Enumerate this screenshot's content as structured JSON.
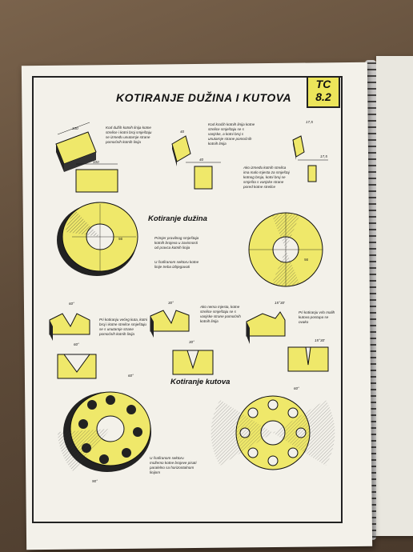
{
  "sheet": {
    "title": "KOTIRANJE DUŽINA I KUTOVA",
    "badge_line1": "TC",
    "badge_line2": "8.2"
  },
  "sections": {
    "lengths": "Kotiranje dužina",
    "angles": "Kotiranje kutova"
  },
  "notes": {
    "n1": "Kod dužih kotnih linija kotne strelice i kotni broj smještaju se između unutarnje strane pomoćnih kotnih linija",
    "n2": "Kod kraćih kotnih linija kotne strelice smještaju se s vanjske, a kotni broj s unutarnje strane pomoćnih kotnih linija",
    "n3": "Ako između kotnih strelica ima malo mjesta za smještaj kotnog broja, kotni broj se smješta s vanjske strane pored kotne strelice",
    "n4": "Primjer pravilnog smještaja kotnih brojeva u zavisnosti od pravca kotnih linija",
    "n5": "U šrafiranom sektoru kotne linije treba izbjegavati",
    "n6": "Pri kotiranju većeg kuta, kotni broj i kotne strelice smještaju se s unutarnje strane pomoćnih kotnih linija",
    "n7": "Ako nema mjesta, kotne strelice smještaju se s vanjske strane pomoćnih kotnih linija",
    "n8": "Pri kotiranju vrlo malih kutova postupa se ovako",
    "n9": "U šrafiranom sektoru možemo kotne brojeve pisati paralelno sa horizontalnom linijom"
  },
  "dims": {
    "d100a": "100",
    "d100b": "100",
    "d40a": "40",
    "d40b": "40",
    "d175a": "17,5",
    "d175b": "17,5",
    "d56": "56",
    "a60": "60°",
    "a30": "30°",
    "a1530": "15°30'",
    "a90": "90°"
  },
  "colors": {
    "yellow": "#efe86a",
    "paper": "#f3f1ea",
    "ink": "#1a1a1a",
    "wood": "#6a5441"
  }
}
